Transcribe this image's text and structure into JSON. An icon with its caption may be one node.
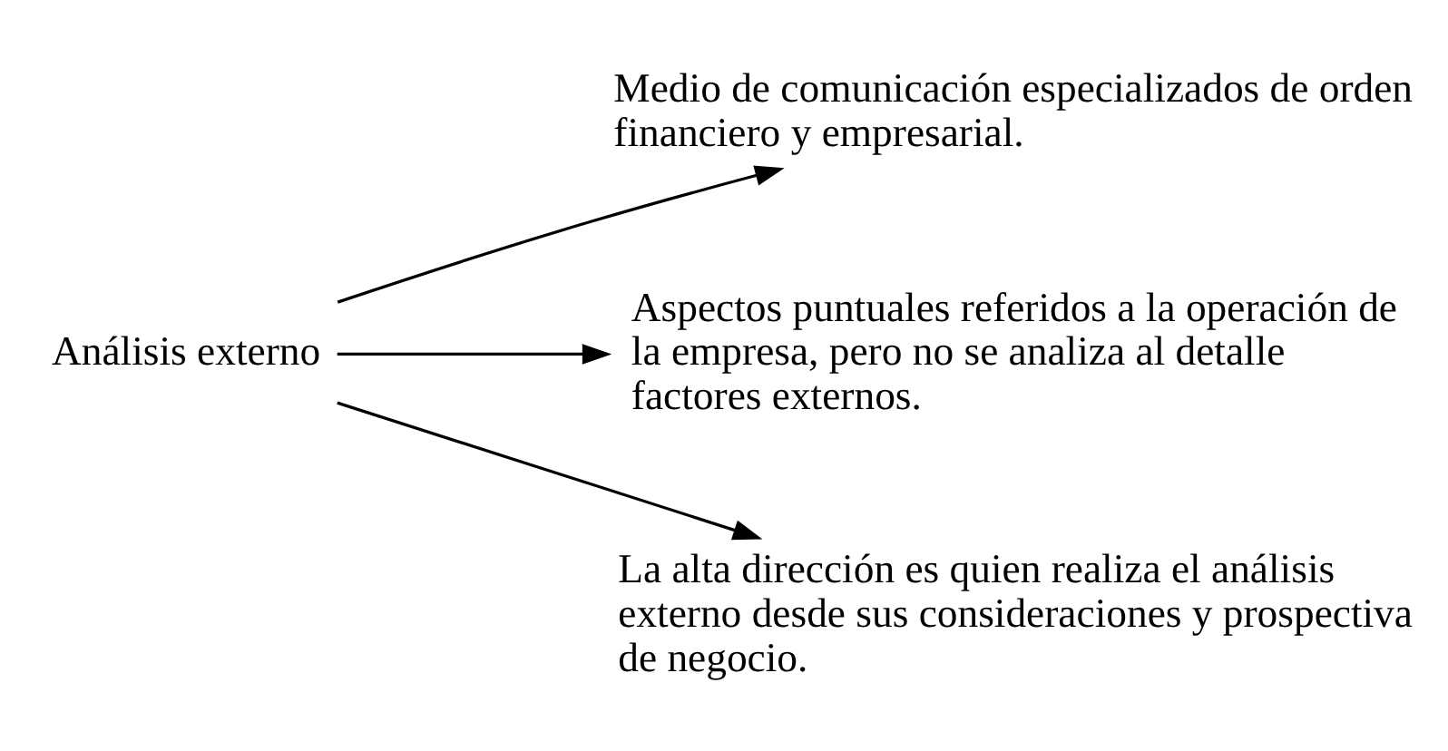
{
  "diagram": {
    "nodes": [
      {
        "text": [
          "Análisis externo"
        ]
      },
      {
        "text": [
          "Medio de comunicación especializados de orden financiero y empresarial."
        ]
      },
      {
        "text": [
          "Aspectos puntuales referidos a la operación de la empresa, pero no se analiza al detalle factores externos."
        ]
      },
      {
        "text": [
          "La alta dirección es quien realiza el análisis externo desde sus consideraciones y prospectiva de negocio."
        ]
      }
    ],
    "edges": [
      {
        "from": 0,
        "to": 1,
        "arrow": "to"
      },
      {
        "from": 0,
        "to": 2,
        "arrow": "to"
      },
      {
        "from": 0,
        "to": 3,
        "arrow": "to"
      }
    ]
  }
}
